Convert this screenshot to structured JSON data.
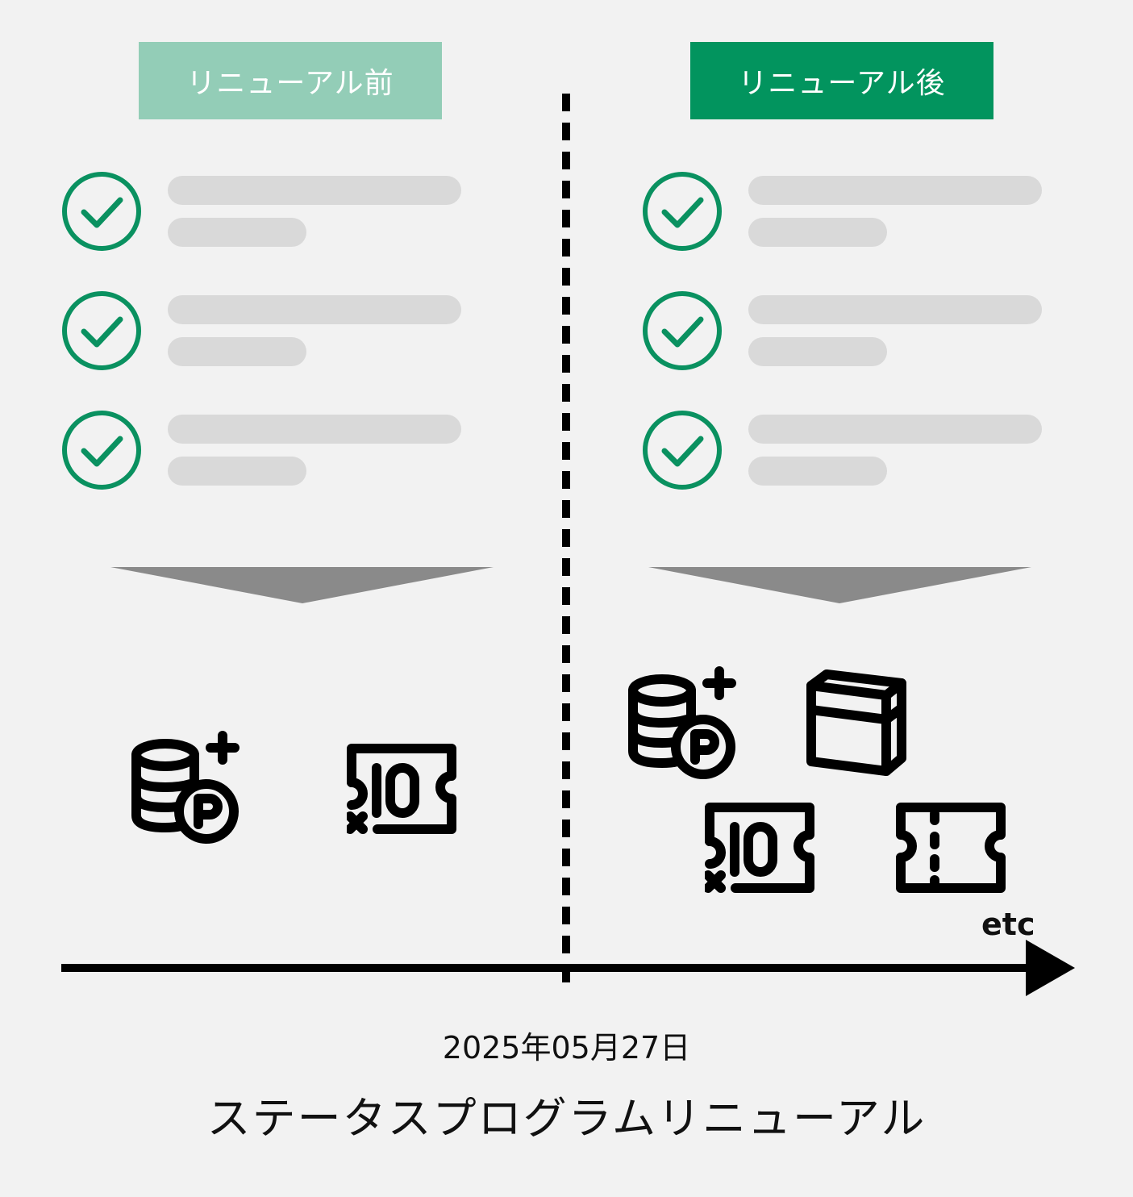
{
  "before": {
    "label": "リニューアル前",
    "color": "#93cdb7"
  },
  "after": {
    "label": "リニューアル後",
    "color": "#02945e"
  },
  "check_color": "#0a9160",
  "timeline": {
    "date": "2025年05月27日",
    "etc": "etc"
  },
  "title": "ステータスプログラムリニューアル",
  "icons": {
    "before": [
      "coins-points-plus-icon",
      "ticket-10x-icon"
    ],
    "after": [
      "coins-points-plus-icon",
      "box-icon",
      "ticket-10x-icon",
      "ticket-icon"
    ]
  }
}
